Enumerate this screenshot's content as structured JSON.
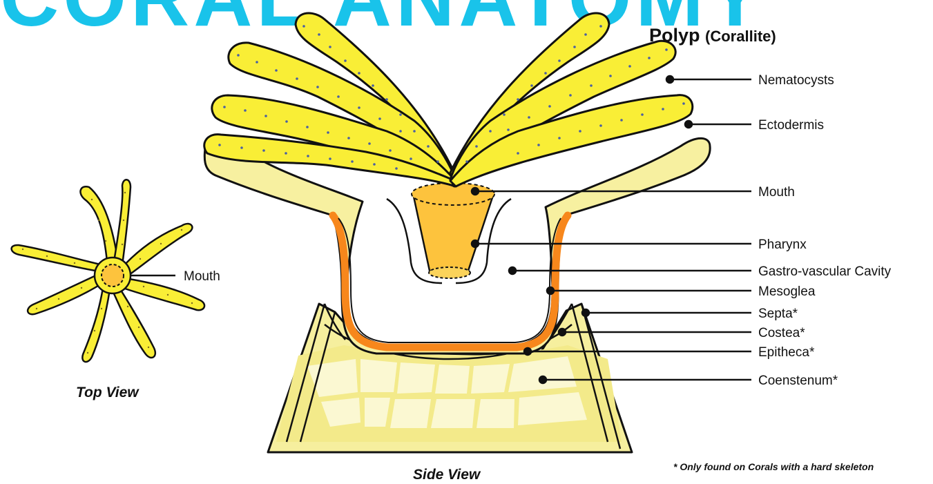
{
  "title": "CORAL ANATOMY",
  "heading": {
    "main": "Polyp",
    "sub": "(Corallite)"
  },
  "labels": {
    "nematocysts": "Nematocysts",
    "ectodermis": "Ectodermis",
    "mouth": "Mouth",
    "pharynx": "Pharynx",
    "gastro": "Gastro-vascular Cavity",
    "mesoglea": "Mesoglea",
    "septa": "Septa*",
    "costea": "Costea*",
    "epitheca": "Epitheca*",
    "coenstenum": "Coenstenum*",
    "top_mouth": "Mouth"
  },
  "captions": {
    "top_view": "Top View",
    "side_view": "Side View"
  },
  "footnote": "* Only found on Corals with a hard skeleton",
  "colors": {
    "title": "#19c3ea",
    "tentacle": "#f9ee36",
    "body": "#f7f0a0",
    "skeleton": "#f6ef9e",
    "skeleton_cell": "#fbf8d2",
    "mouth": "#fdc33d",
    "mesoglea": "#f7871c",
    "dots": "#4a5fa3"
  }
}
